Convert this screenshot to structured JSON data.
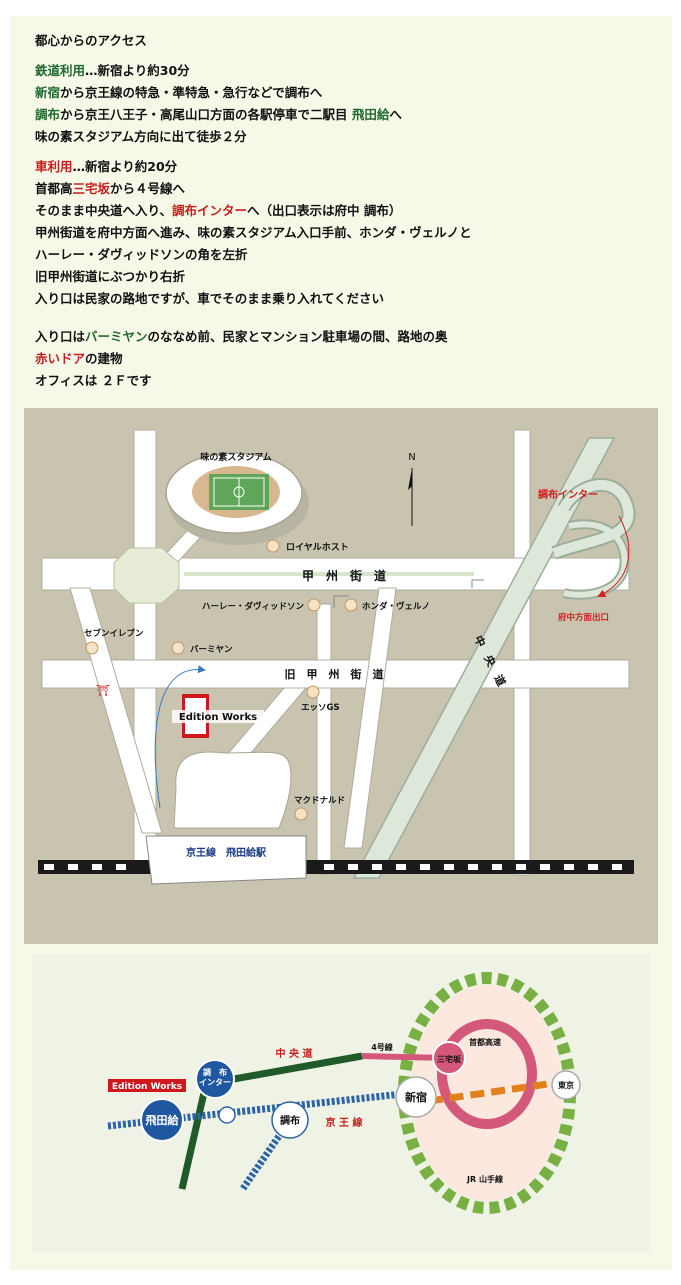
{
  "access": {
    "title": "都心からのアクセス",
    "rail": {
      "label": "鉄道利用",
      "summary": "…新宿より約30分",
      "line1_a": "新宿",
      "line1_b": "から京王線の特急・準特急・急行などで調布へ",
      "line2_a": "調布",
      "line2_b": "から京王八王子・高尾山口方面の各駅停車で二駅目 ",
      "line2_c": "飛田給",
      "line2_d": "へ",
      "line3": "味の素スタジアム方向に出て徒歩２分"
    },
    "car": {
      "label": "車利用",
      "summary": "…新宿より約20分",
      "line1_a": "首都高",
      "line1_b": "三宅坂",
      "line1_c": "から４号線へ",
      "line2_a": "そのまま中央道へ入り、",
      "line2_b": "調布インター",
      "line2_c": "へ（出口表示は府中 調布）",
      "line3": "甲州街道を府中方面へ進み、味の素スタジアム入口手前、ホンダ・ヴェルノと",
      "line4": "ハーレー・ダヴィッドソンの角を左折",
      "line5": "旧甲州街道にぶつかり右折",
      "line6": "入り口は民家の路地ですが、車でそのまま乗り入れてください"
    },
    "entrance": {
      "line1_a": "入り口は",
      "line1_b": "バーミヤン",
      "line1_c": "のななめ前、民家とマンション駐車場の間、路地の奥",
      "line2_a": "赤いドア",
      "line2_b": "の建物",
      "line3": "オフィスは ２Ｆです"
    }
  },
  "local_map": {
    "stadium": "味の素スタジアム",
    "royal_host": "ロイヤルホスト",
    "koshu_kaido": "甲　州　街　道",
    "harley": "ハーレー・ダヴィッドソン",
    "honda": "ホンダ・ヴェルノ",
    "seven_eleven": "セブンイレブン",
    "bamiyan": "バーミヤン",
    "kyu_koshu_kaido": "旧　甲　州　街　道",
    "edition_works": "Edition Works",
    "esso": "エッソGS",
    "mcdonalds": "マクドナルド",
    "station": "京王線　飛田給駅",
    "chuo_do": "中　央　道",
    "chofu_ic": "調布インター",
    "fuchu_exit": "府中方面出口",
    "north": "N"
  },
  "route_map": {
    "edition_works": "Edition Works",
    "chofu_ic": "調　布\nインター",
    "tobitakyu": "飛田給",
    "chofu": "調布",
    "shinjuku": "新宿",
    "miyakezaka": "三宅坂",
    "tokyo": "東京",
    "chuo_do": "中 央 道",
    "route4": "4号線",
    "shuto_kousoku": "首都高速",
    "keio_line": "京 王 線",
    "yamanote": "JR 山手線"
  },
  "colors": {
    "road_green": "#1d6a2c",
    "highlight_red": "#c81d1d",
    "map_background": "#c9c4b0",
    "keio_blue": "#2d63a8",
    "shuto_pink": "#d4587a",
    "yamanote_green": "#79b043",
    "shinjuku_orange": "#e2801c"
  }
}
